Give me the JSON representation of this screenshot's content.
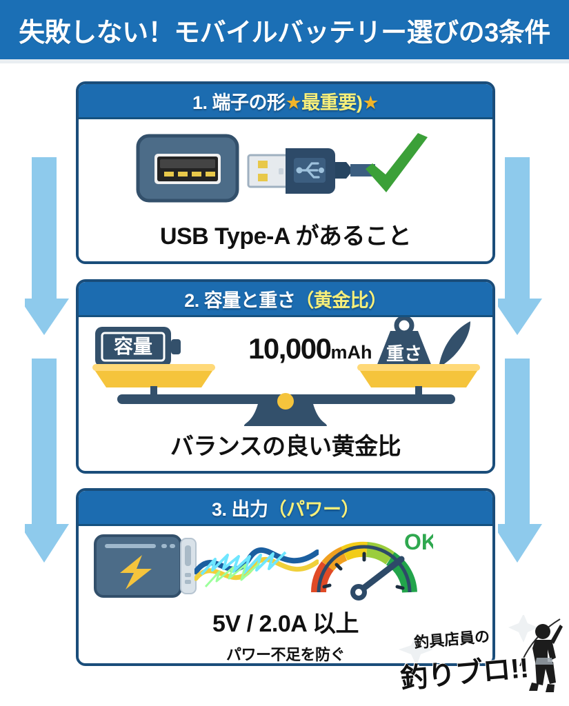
{
  "banner": {
    "title": "失敗しない！モバイルバッテリー選びの3条件",
    "bg_color": "#1b6fb5",
    "text_color": "#ffffff"
  },
  "theme": {
    "card_header_bg": "#1c6cb0",
    "card_border": "#1a4d7a",
    "arrow_color": "#8ecaec",
    "accent_yellow": "#f7ef7a",
    "star_gold": "#f0b429",
    "ok_green": "#2fa84f",
    "navy": "#33506b",
    "pan_yellow": "#f5c43c"
  },
  "arrows": [
    {
      "name": "flow-arrow-left-1",
      "direction": "down"
    },
    {
      "name": "flow-arrow-right-1",
      "direction": "down"
    },
    {
      "name": "flow-arrow-left-2",
      "direction": "down"
    },
    {
      "name": "flow-arrow-right-2",
      "direction": "down"
    }
  ],
  "cards": [
    {
      "number": "1.",
      "title_main": "端子の形",
      "title_star_left": "★",
      "title_highlight": "最重要)",
      "title_star_right": "★",
      "caption": "USB Type-A があること",
      "icons": [
        {
          "name": "usb-port-icon",
          "label": "USB Type-A port"
        },
        {
          "name": "usb-connector-icon",
          "label": "USB Type-A plug with cable"
        },
        {
          "name": "green-check-icon",
          "label": "check mark"
        }
      ]
    },
    {
      "number": "2.",
      "title_main": "容量と重さ",
      "title_highlight": "（黄金比）",
      "caption": "バランスの良い黄金比",
      "left_badge": "容量",
      "right_badge": "重さ",
      "center_value": "10,000",
      "center_unit": "mAh",
      "icons": [
        {
          "name": "battery-icon",
          "label": "battery capacity"
        },
        {
          "name": "balance-scale-icon",
          "label": "balance scale"
        },
        {
          "name": "weight-icon",
          "label": "weight block"
        },
        {
          "name": "feather-icon",
          "label": "feather"
        }
      ]
    },
    {
      "number": "3.",
      "title_main": "出力",
      "title_highlight": "（パワー）",
      "caption": "5V / 2.0A 以上",
      "subcaption": "パワー不足を防ぐ",
      "gauge_label": "OK",
      "icons": [
        {
          "name": "power-bank-icon",
          "label": "power bank with lightning bolt"
        },
        {
          "name": "energy-wave-icon",
          "label": "electric energy waves"
        },
        {
          "name": "gauge-meter-icon",
          "label": "power gauge"
        }
      ]
    }
  ],
  "logo": {
    "line1": "釣具店員の",
    "line2": "釣りブロ!!",
    "icon": "angler-silhouette-icon"
  }
}
